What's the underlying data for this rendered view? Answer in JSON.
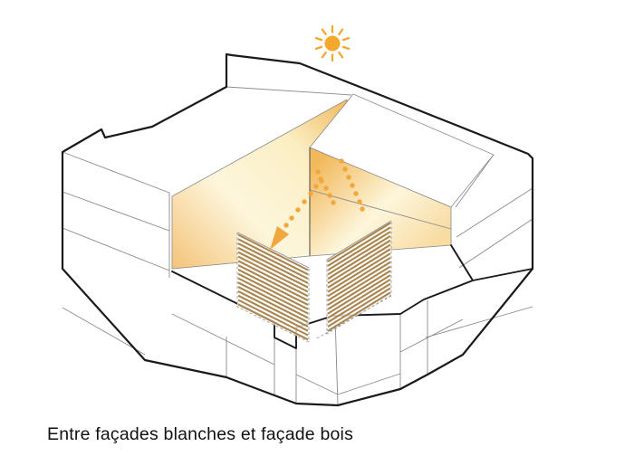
{
  "caption": "Entre façades blanches et façade bois",
  "diagram": {
    "type": "axonometric-architecture-diagram",
    "subject": "urban block with courtyard: white facades and a wood-slat facade reflecting sunlight",
    "sun_icon": "sun-icon",
    "light_path": "dotted orange rays bounce off the yellow-lit white courtyard facades toward the wood screen"
  },
  "colors": {
    "bg": "#ffffff",
    "text": "#111111",
    "outline": "#1a1a1a",
    "thin": "#8a8a8a",
    "dash": "#9a9a9a",
    "sun": "#f6a72e",
    "dots": "#f0a73c",
    "wood": "#a8854e",
    "facade_warm": "#f4c379",
    "facade_gold": "#f2b95c",
    "facade_pale": "#fdf6dc"
  }
}
